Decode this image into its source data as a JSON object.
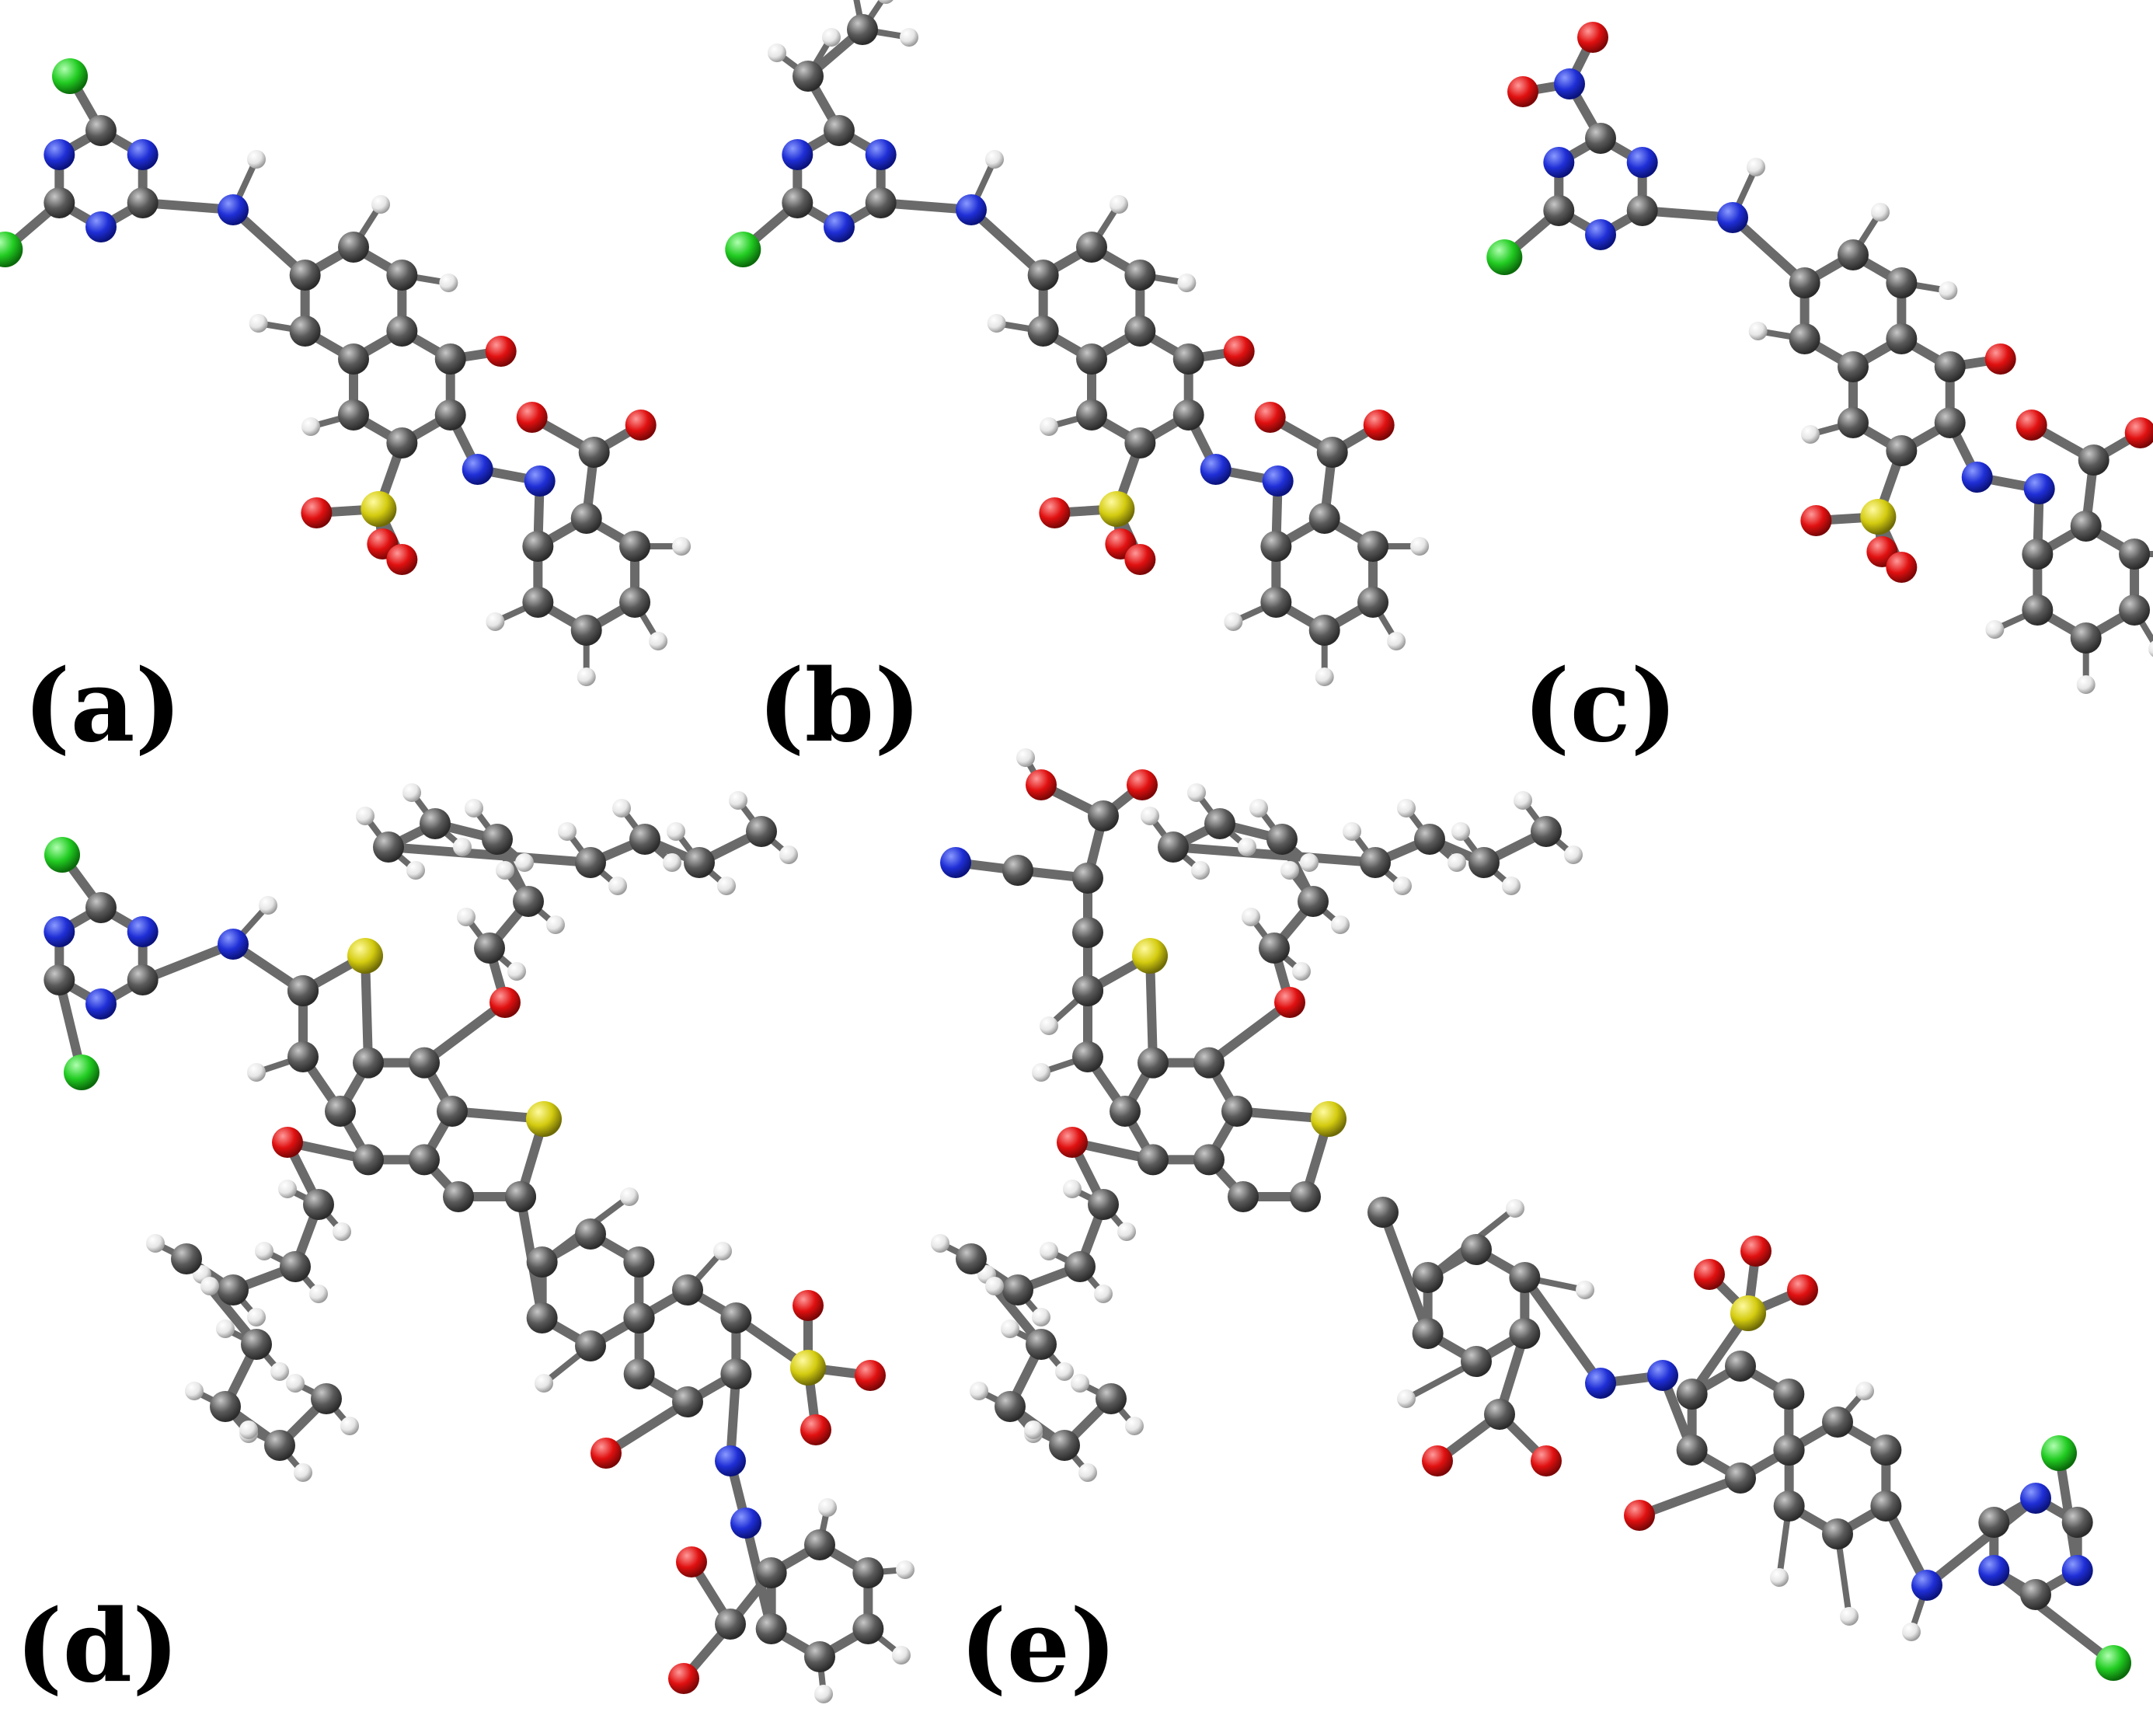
{
  "panels": [
    {
      "label": "(a)"
    },
    {
      "label": "(b)"
    },
    {
      "label": "(c)"
    },
    {
      "label": "(d)"
    },
    {
      "label": "(e)"
    }
  ],
  "colors": {
    "background": "#ffffff",
    "carbon": "#5a5a5a",
    "hydrogen": "#e6e6e6",
    "nitrogen": "#1f2fd6",
    "oxygen": "#e01010",
    "sulfur": "#d4cc10",
    "chlorine": "#22cc22",
    "bond": "#6a6a6a"
  }
}
